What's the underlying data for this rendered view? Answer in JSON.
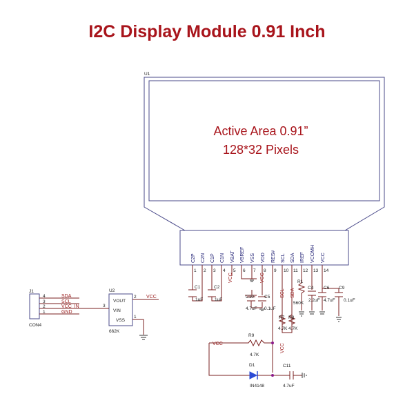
{
  "title": "I2C Display Module 0.91 Inch",
  "colors": {
    "title": "#a8141b",
    "wire": "#7a1f1f",
    "body": "#4a4a8a",
    "dot": "#8b1a8b",
    "diode": "#2b4bd6"
  },
  "display": {
    "ref": "U1",
    "active_area_line1": "Active Area 0.91”",
    "active_area_line2": "128*32 Pixels",
    "pins": [
      {
        "num": "1",
        "name": "C2P"
      },
      {
        "num": "2",
        "name": "C2N"
      },
      {
        "num": "3",
        "name": "C1P"
      },
      {
        "num": "4",
        "name": "C1N"
      },
      {
        "num": "5",
        "name": "VBAT"
      },
      {
        "num": "6",
        "name": "VBREF"
      },
      {
        "num": "7",
        "name": "VSS"
      },
      {
        "num": "8",
        "name": "VDD"
      },
      {
        "num": "9",
        "name": "RES#"
      },
      {
        "num": "10",
        "name": "SCL"
      },
      {
        "num": "11",
        "name": "SDA"
      },
      {
        "num": "12",
        "name": "IREF"
      },
      {
        "num": "13",
        "name": "VCOMH"
      },
      {
        "num": "14",
        "name": "VCC"
      }
    ]
  },
  "connector": {
    "ref": "J1",
    "part": "CON4",
    "pins": [
      {
        "num": "4",
        "net": "SDA"
      },
      {
        "num": "3",
        "net": "SCL"
      },
      {
        "num": "2",
        "net": "VCC_IN"
      },
      {
        "num": "1",
        "net": "GND"
      }
    ]
  },
  "regulator": {
    "ref": "U2",
    "part": "662K",
    "vout": "VOUT",
    "vin": "VIN",
    "vss": "VSS",
    "pin_vout": "2",
    "pin_vin": "3",
    "pin_vss": "1",
    "out_net": "VCC"
  },
  "caps": {
    "c1": {
      "ref": "C1",
      "value": "1uF"
    },
    "c2": {
      "ref": "C2",
      "value": "1uF"
    },
    "c10": {
      "ref": "C10",
      "value": "4.7uF"
    },
    "c5": {
      "ref": "C5",
      "value": "0.1uF"
    },
    "c4": {
      "ref": "C4",
      "value": "2.2uF"
    },
    "c6": {
      "ref": "C6",
      "value": "4.7uF"
    },
    "c9": {
      "ref": "C9",
      "value": "0.1uF"
    },
    "c11": {
      "ref": "C11",
      "value": "4.7uF"
    }
  },
  "resistors": {
    "r1": {
      "ref": "R1",
      "value": "560K"
    },
    "r7": {
      "ref": "R7",
      "value": "4.7K"
    },
    "r8": {
      "ref": "R8",
      "value": "4.7K"
    },
    "r9": {
      "ref": "R9",
      "value": "4.7K"
    }
  },
  "diode": {
    "ref": "D1",
    "part": "IN4148"
  },
  "nets": {
    "vcc": "VCC",
    "scl": "SCL",
    "sda": "SDA"
  }
}
